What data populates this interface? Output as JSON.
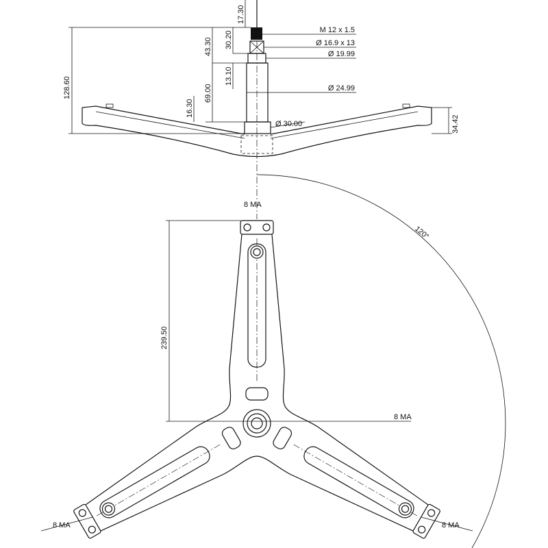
{
  "side_view": {
    "dims": {
      "d17_30": "17.30",
      "d43_30": "43.30",
      "d30_20": "30.20",
      "d13_10": "13.10",
      "d69_00": "69.00",
      "d16_30": "16.30",
      "d128_60": "128.60",
      "d34_42": "34.42"
    },
    "callouts": {
      "thread": "M 12 x 1.5",
      "bearing": "Ø 16.9 x 13",
      "shaft1": "Ø 19.99",
      "shaft2": "Ø 24.99",
      "base": "Ø 30.00"
    }
  },
  "top_view": {
    "angle": "120°",
    "arm_length": "239.50",
    "thread_labels": [
      "8 MA",
      "8 MA",
      "8 MA",
      "8 MA"
    ]
  }
}
